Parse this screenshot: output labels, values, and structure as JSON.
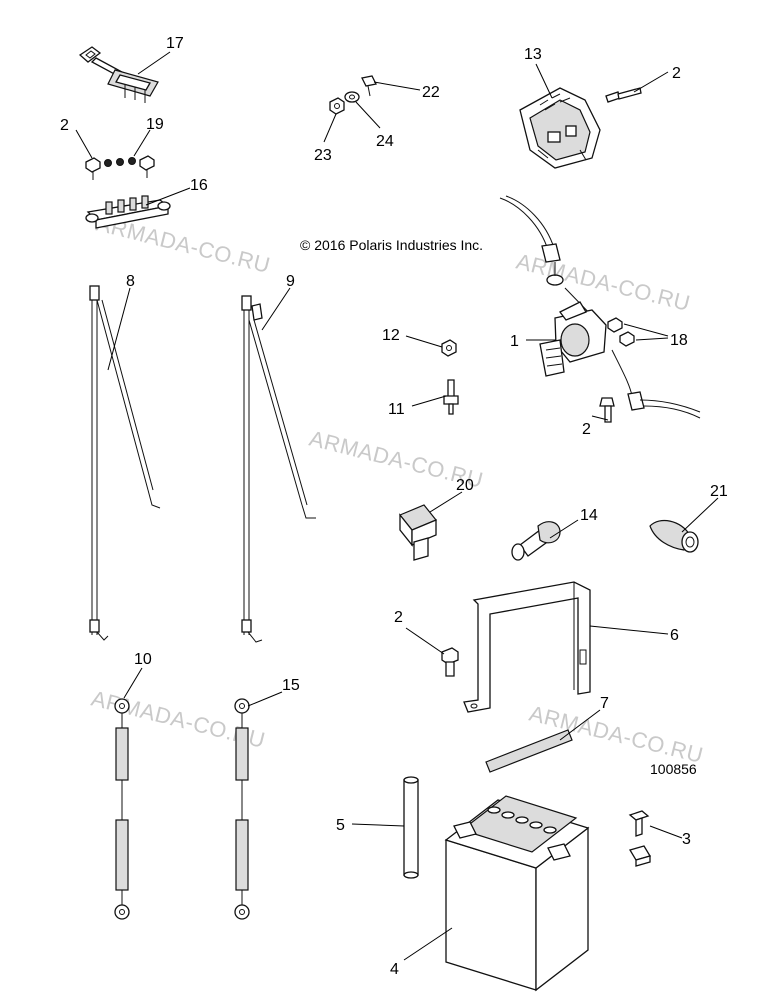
{
  "copyright": "© 2016 Polaris Industries Inc.",
  "figure_number": "100856",
  "watermark": "ARMADA-CO.RU",
  "callouts": [
    "1",
    "2",
    "3",
    "4",
    "5",
    "6",
    "7",
    "8",
    "9",
    "10",
    "11",
    "12",
    "13",
    "14",
    "15",
    "16",
    "17",
    "18",
    "19",
    "20",
    "21",
    "22",
    "23",
    "24"
  ]
}
